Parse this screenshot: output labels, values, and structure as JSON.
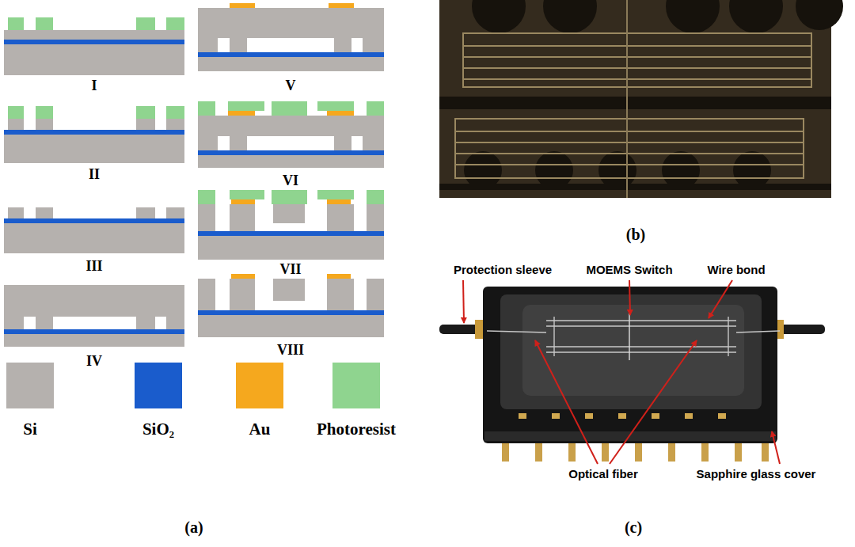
{
  "diagram": {
    "labels": [
      "I",
      "V",
      "II",
      "VI",
      "III",
      "VII",
      "IV",
      "VIII",
      "(a)",
      "(b)",
      "Protection sleeve",
      "MOEMS Switch",
      "Wire bond",
      "Optical fiber",
      "Sapphire glass cover",
      "(c)"
    ],
    "legend": [
      {
        "text": "Si",
        "color": "#b5b1ae"
      },
      {
        "text": "SiO₂",
        "color": "#1a5ccc"
      },
      {
        "text": "Au",
        "color": "#f5a81e"
      },
      {
        "text": "Photoresist",
        "color": "#8fd48f"
      }
    ]
  }
}
